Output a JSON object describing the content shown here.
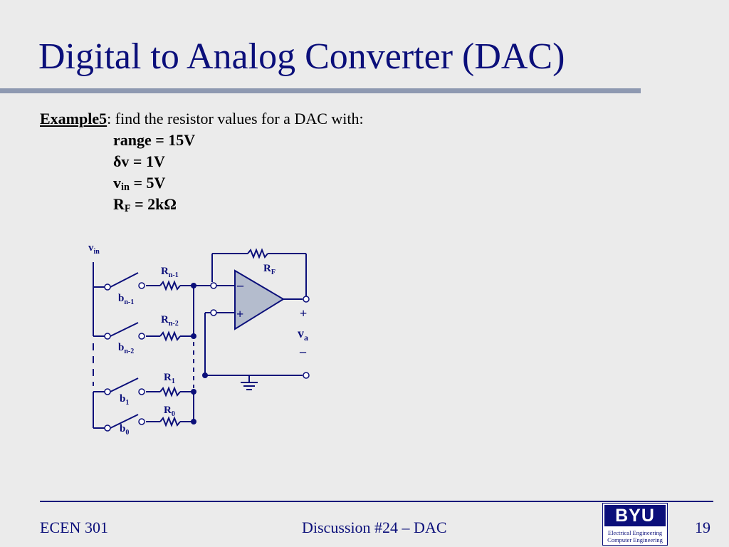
{
  "slide": {
    "title": "Digital to Analog Converter (DAC)",
    "example": {
      "label": "Example5",
      "text": ": find the resistor values for a DAC with:",
      "params": [
        {
          "name": "range",
          "sub": "",
          "value": " = 15V"
        },
        {
          "name": "δv",
          "sub": "",
          "value": " = 1V"
        },
        {
          "name": "v",
          "sub": "in",
          "value": " = 5V"
        },
        {
          "name": "R",
          "sub": "F",
          "value": " = 2kΩ"
        }
      ]
    }
  },
  "circuit": {
    "vin": {
      "main": "v",
      "sub": "in"
    },
    "rf": {
      "main": "R",
      "sub": "F"
    },
    "resistors": [
      {
        "main": "R",
        "sub": "n-1"
      },
      {
        "main": "R",
        "sub": "n-2"
      },
      {
        "main": "R",
        "sub": "1"
      },
      {
        "main": "R",
        "sub": "0"
      }
    ],
    "switches": [
      {
        "main": "b",
        "sub": "n-1"
      },
      {
        "main": "b",
        "sub": "n-2"
      },
      {
        "main": "b",
        "sub": "1"
      },
      {
        "main": "b",
        "sub": "0"
      }
    ],
    "opamp": {
      "minus": "–",
      "plus": "+"
    },
    "output": {
      "plus": "+",
      "main": "v",
      "sub": "a",
      "minus": "–"
    }
  },
  "footer": {
    "left": "ECEN 301",
    "center": "Discussion #24 – DAC",
    "page": "19",
    "logo": {
      "word": "BYU",
      "line1": "Electrical Engineering",
      "line2": "Computer Engineering"
    }
  },
  "colors": {
    "background": "#ebebeb",
    "title": "#0b0f7a",
    "rule": "#8e99b1",
    "opamp_fill": "#b4bccd"
  }
}
